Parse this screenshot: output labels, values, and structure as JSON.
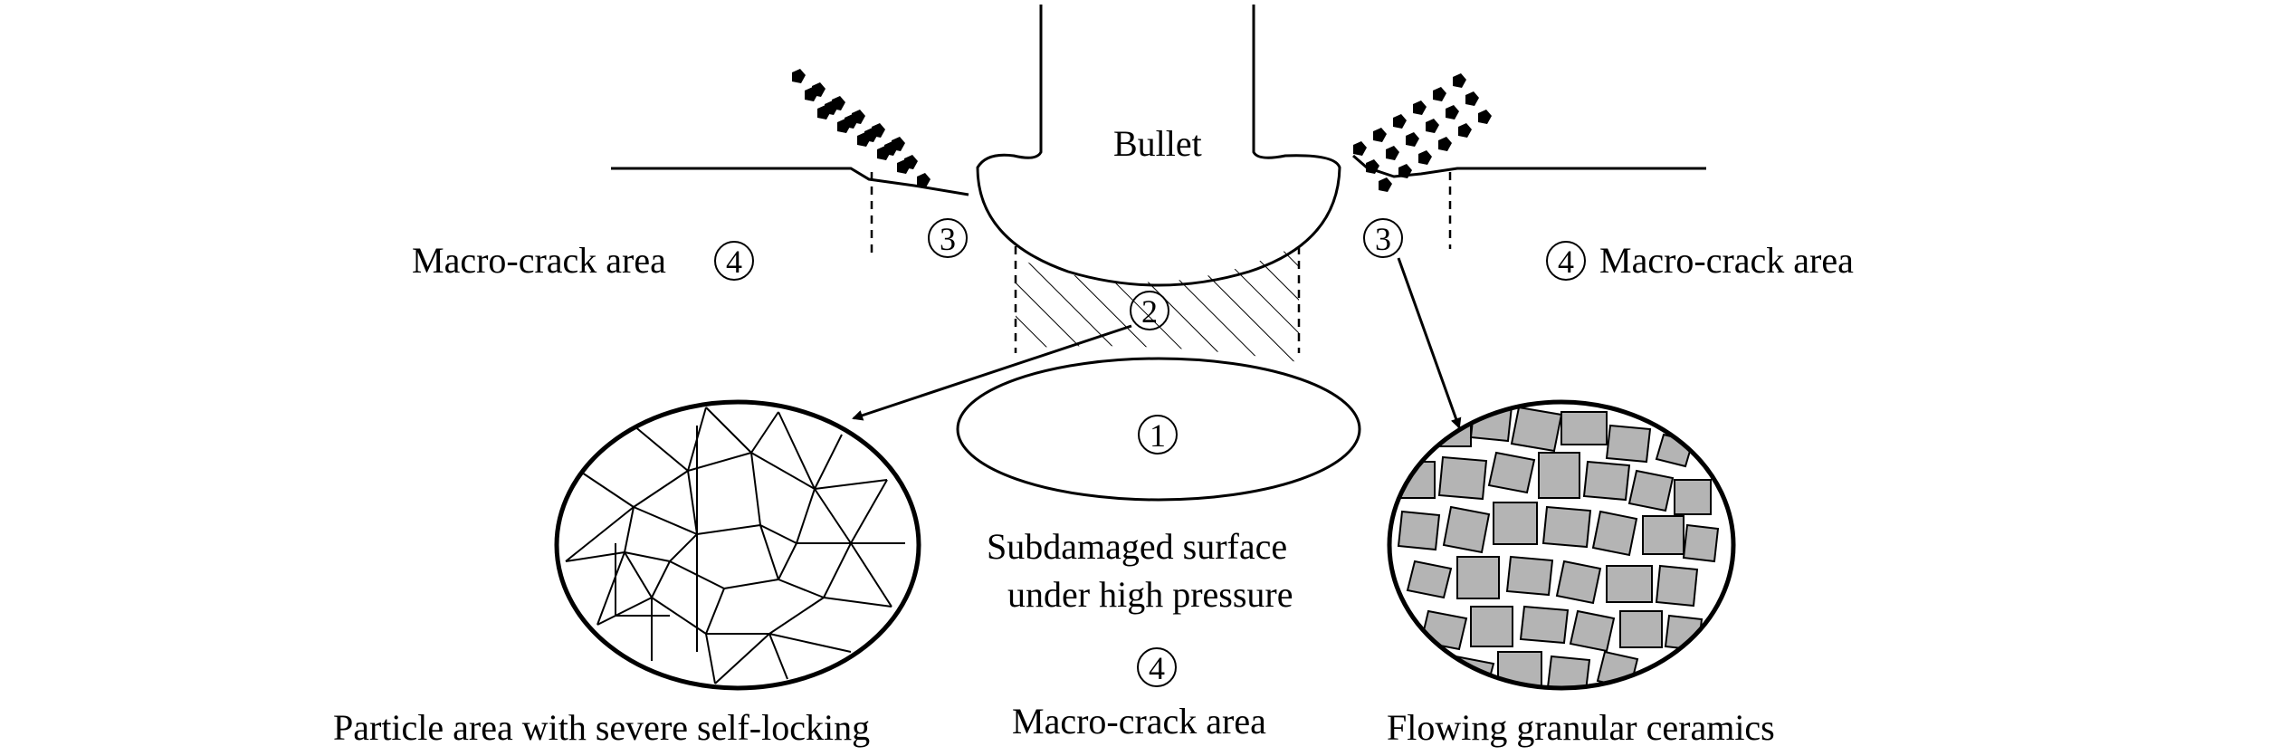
{
  "title": "Ceramic fragmentation zones under bullet impact",
  "labels": {
    "bullet": "Bullet",
    "macro_crack_left": "Macro-crack area",
    "macro_crack_right": "Macro-crack area",
    "macro_crack_bottom": "Macro-crack area",
    "subdamaged_line1": "Subdamaged surface",
    "subdamaged_line2": "under high pressure",
    "particle_area": "Particle area with severe self-locking",
    "flowing_ceramics": "Flowing granular ceramics"
  },
  "markers": {
    "zone1": "1",
    "zone2": "2",
    "zone3_left": "3",
    "zone3_right": "3",
    "zone4_left": "4",
    "zone4_right": "4",
    "zone4_bottom": "4"
  },
  "colors": {
    "stroke": "#000000",
    "grain_fill": "#b4b4b4",
    "background": "#ffffff"
  }
}
